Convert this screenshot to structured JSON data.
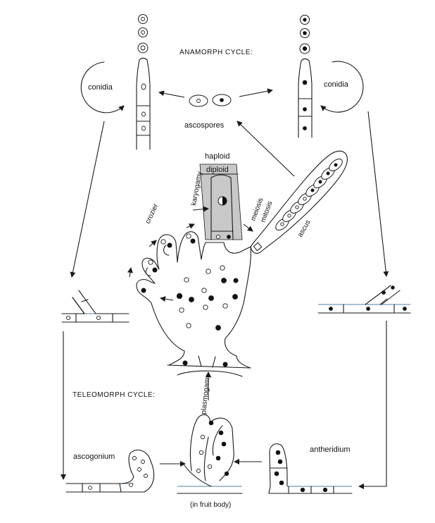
{
  "labels": {
    "anamorph_cycle": "ANAMORPH CYCLE:",
    "teleomorph_cycle": "TELEOMORPH CYCLE:",
    "conidia_left": "conidia",
    "conidia_right": "conidia",
    "ascospores": "ascospores",
    "haploid": "haploid",
    "diploid": "diploid",
    "karyogamy": "karyogamy",
    "crozier": "crozier",
    "meiosis": "meiosis",
    "mitosis": "mitosis",
    "ascus": "ascus",
    "plasmogamy": "plasmogamy",
    "ascogonium": "ascogonium",
    "antheridium": "antheridium",
    "in_fruit_body": "(in fruit body)"
  },
  "colors": {
    "line": "#1a1a1a",
    "shade": "#c8c8c8",
    "hypha_blue": "#4f7fae",
    "background": "#ffffff"
  }
}
